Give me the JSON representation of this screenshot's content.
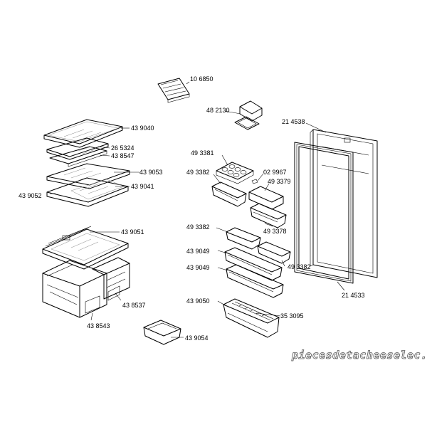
{
  "labels": [
    "10 6850",
    "48 2130",
    "21 4538",
    "43 9040",
    "26 5324",
    "43 8547",
    "43 9053",
    "43 9041",
    "43 9052",
    "49 3381",
    "49 3382",
    "02 9967",
    "49 3379",
    "49 3382",
    "49 3378",
    "43 9049",
    "49 3382",
    "43 9049",
    "21 4533",
    "43 9051",
    "43 8537",
    "43 8543",
    "43 9050",
    "35 3095",
    "43 9054"
  ],
  "watermark": "piecesdetacheeselec.com"
}
